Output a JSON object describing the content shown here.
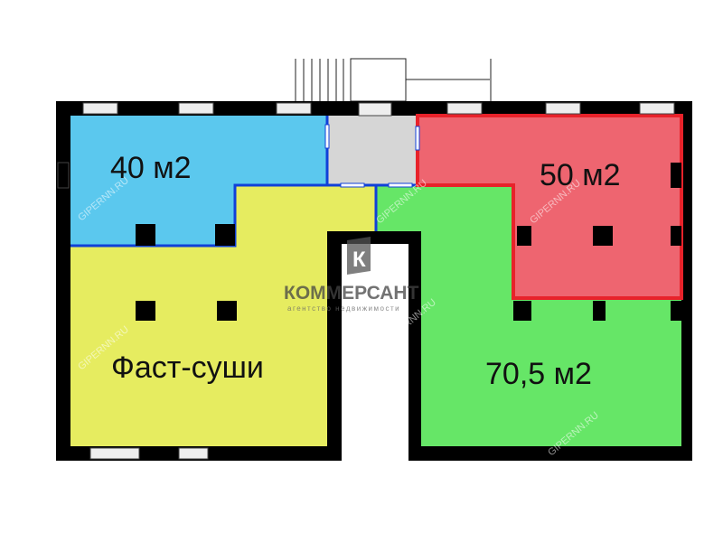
{
  "rooms": [
    {
      "label": "40 м2",
      "color": "#5bc8ee"
    },
    {
      "label": "50 м2",
      "color": "#ee6570"
    },
    {
      "label": "Фаст-суши",
      "color": "#e6ec60"
    },
    {
      "label": "70,5 м2",
      "color": "#66e667"
    },
    {
      "label": "",
      "color": "#d6d6d6"
    }
  ],
  "logo": {
    "name": "КОММЕРСАНТ",
    "tagline": "агентство недвижимости",
    "letter": "К"
  },
  "watermark": "GIPERNN.RU",
  "colors": {
    "wall": "#000000",
    "partition": "#1040d8",
    "highlight_border": "#e8222a"
  }
}
